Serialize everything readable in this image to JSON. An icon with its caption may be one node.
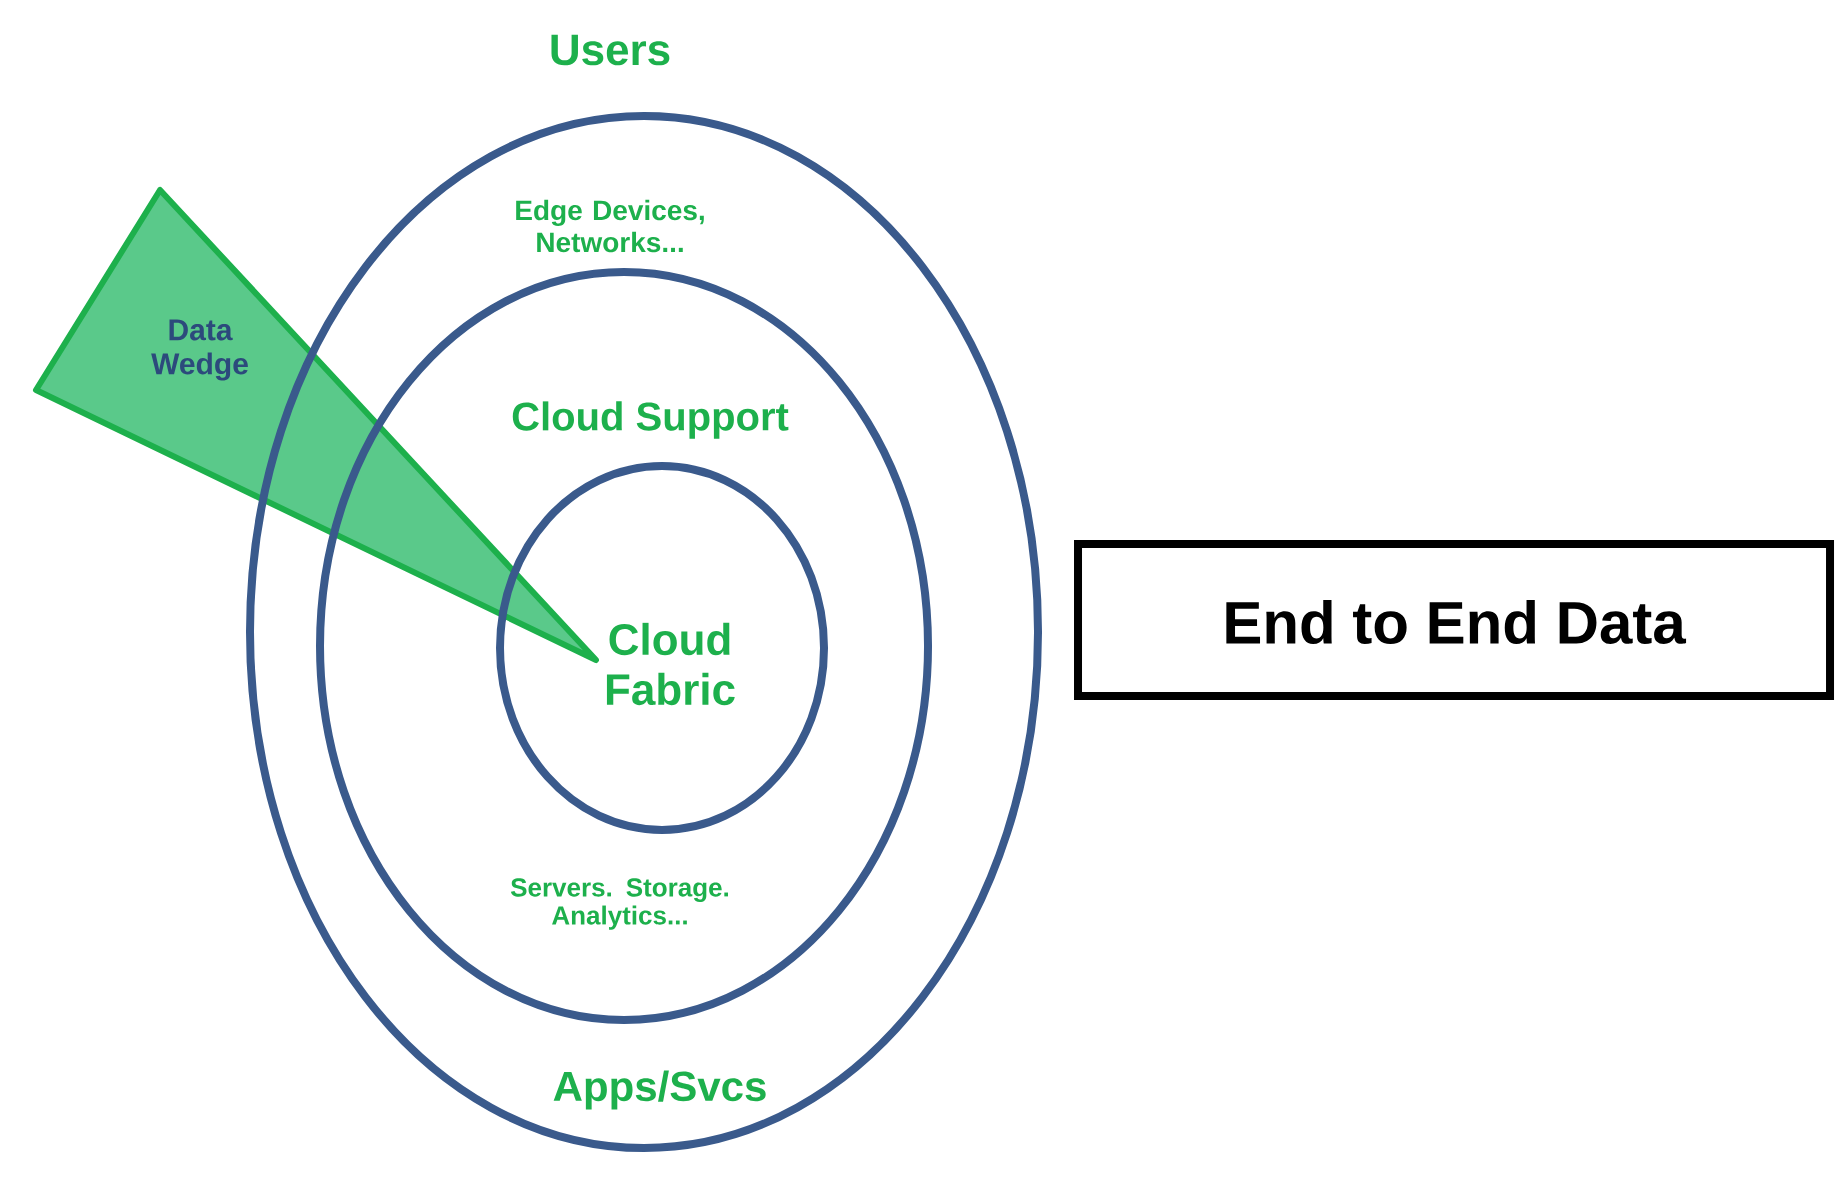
{
  "diagram": {
    "nodes": [
      {
        "text": [
          "Users",
          "Edge Devices, Networks...",
          "Apps/Svcs"
        ]
      },
      {
        "text": [
          "Cloud Support",
          "Servers. Storage. Analytics..."
        ],
        "in": 0
      },
      {
        "text": [
          "Cloud Fabric"
        ],
        "in": 1
      },
      {
        "text": [
          "Data Wedge"
        ]
      },
      {
        "text": [
          "End to End Data"
        ]
      }
    ]
  }
}
